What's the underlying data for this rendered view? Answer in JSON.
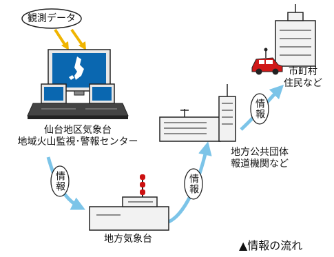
{
  "oval_label": "観測データ",
  "sendai": {
    "line1": "仙台地区気象台",
    "line2": "地域火山監視･警報センター"
  },
  "local_met_office": "地方気象台",
  "local_gov": {
    "line1": "地方公共団体",
    "line2": "報道機関など"
  },
  "residents": {
    "line1": "市町村",
    "line2": "住民など"
  },
  "arrow_label": "情報",
  "legend": "▲情報の流れ",
  "colors": {
    "arrow": "#7cc4e8",
    "data_arrow": "#f0b400",
    "car": "#d01818",
    "siren": "#cc1010",
    "screen": "#0a67b0"
  }
}
